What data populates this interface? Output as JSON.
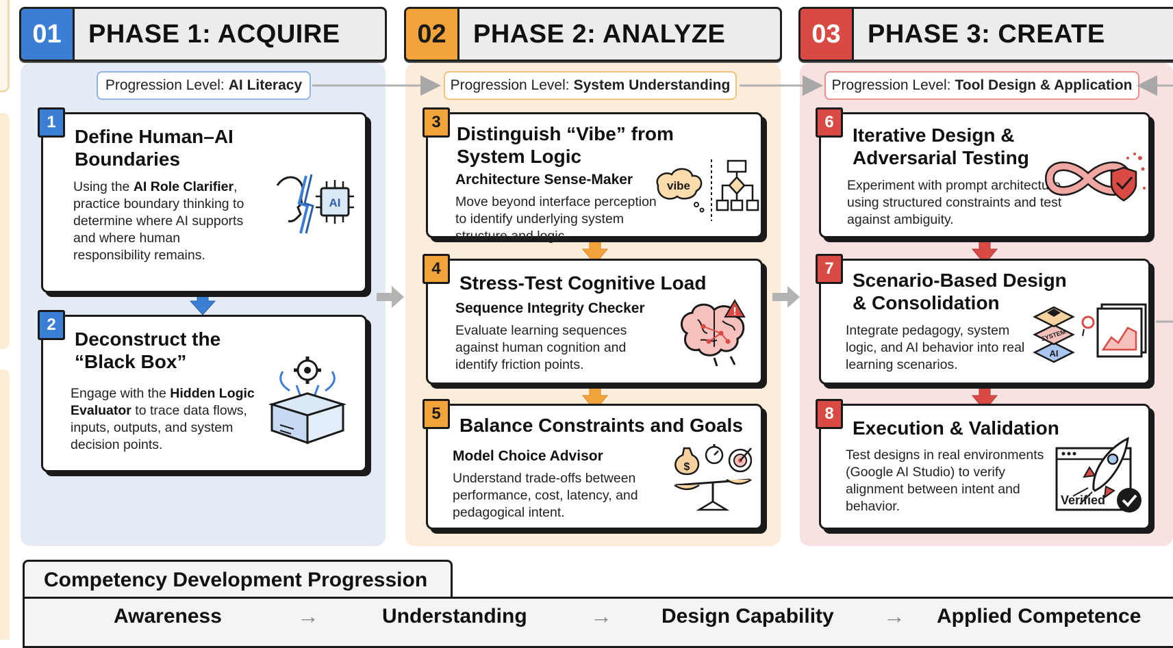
{
  "colors": {
    "blue": "#3b7ed6",
    "orange": "#f2a33a",
    "red": "#d94a45",
    "blue_bg": "#e4ebf5",
    "orange_bg": "#fcecd9",
    "red_bg": "#f8e2e1"
  },
  "phases": [
    {
      "num": "01",
      "title": "PHASE 1: ACQUIRE",
      "progression_prefix": "Progression Level:",
      "progression_value": "AI Literacy"
    },
    {
      "num": "02",
      "title": "PHASE 2: ANALYZE",
      "progression_prefix": "Progression Level:",
      "progression_value": "System Understanding"
    },
    {
      "num": "03",
      "title": "PHASE 3: CREATE",
      "progression_prefix": "Progression Level:",
      "progression_value": "Tool Design & Application"
    }
  ],
  "cards": [
    {
      "num": "1",
      "title": "Define Human–AI Boundaries",
      "body_pre": "Using the ",
      "body_bold": "AI Role Clarifier",
      "body_post": ", practice boundary thinking to determine where AI supports and where human responsibility remains.",
      "icon": "human-ai-chip-icon"
    },
    {
      "num": "2",
      "title": "Deconstruct the “Black Box”",
      "body_pre": "Engage with the ",
      "body_bold": "Hidden Logic Evaluator",
      "body_post": " to trace data flows, inputs, outputs, and system decision points.",
      "icon": "gear-box-icon"
    },
    {
      "num": "3",
      "title": "Distinguish “Vibe” from System Logic",
      "subtitle": "Architecture Sense-Maker",
      "body": "Move beyond interface perception to identify underlying system structure and logic.",
      "icon": "vibe-flowchart-icon",
      "icon_label": "vibe"
    },
    {
      "num": "4",
      "title": "Stress-Test Cognitive Load",
      "subtitle": "Sequence Integrity Checker",
      "body": "Evaluate learning sequences against human cognition and identify friction points.",
      "icon": "brain-warning-icon"
    },
    {
      "num": "5",
      "title": "Balance Constraints and Goals",
      "subtitle": "Model Choice Advisor",
      "body": "Understand trade-offs between performance, cost, latency, and pedagogical intent.",
      "icon": "balance-scale-icon"
    },
    {
      "num": "6",
      "title": "Iterative Design & Adversarial Testing",
      "body": "Experiment with prompt architecture using structured constraints and test against ambiguity.",
      "icon": "infinity-shield-icon"
    },
    {
      "num": "7",
      "title": "Scenario-Based Design & Consolidation",
      "body": "Integrate pedagogy, system logic, and AI behavior into real learning scenarios.",
      "icon": "layers-chart-icon",
      "icon_label_1": "SYSTEM",
      "icon_label_2": "AI"
    },
    {
      "num": "8",
      "title": "Execution & Validation",
      "body": "Test designs in real environments (Google AI Studio) to verify alignment between intent and behavior.",
      "icon": "rocket-verified-icon",
      "icon_label": "Verified"
    }
  ],
  "competency": {
    "title": "Competency Development Progression",
    "steps": [
      "Awareness",
      "Understanding",
      "Design Capability",
      "Applied Competence"
    ],
    "arrow": "→"
  }
}
